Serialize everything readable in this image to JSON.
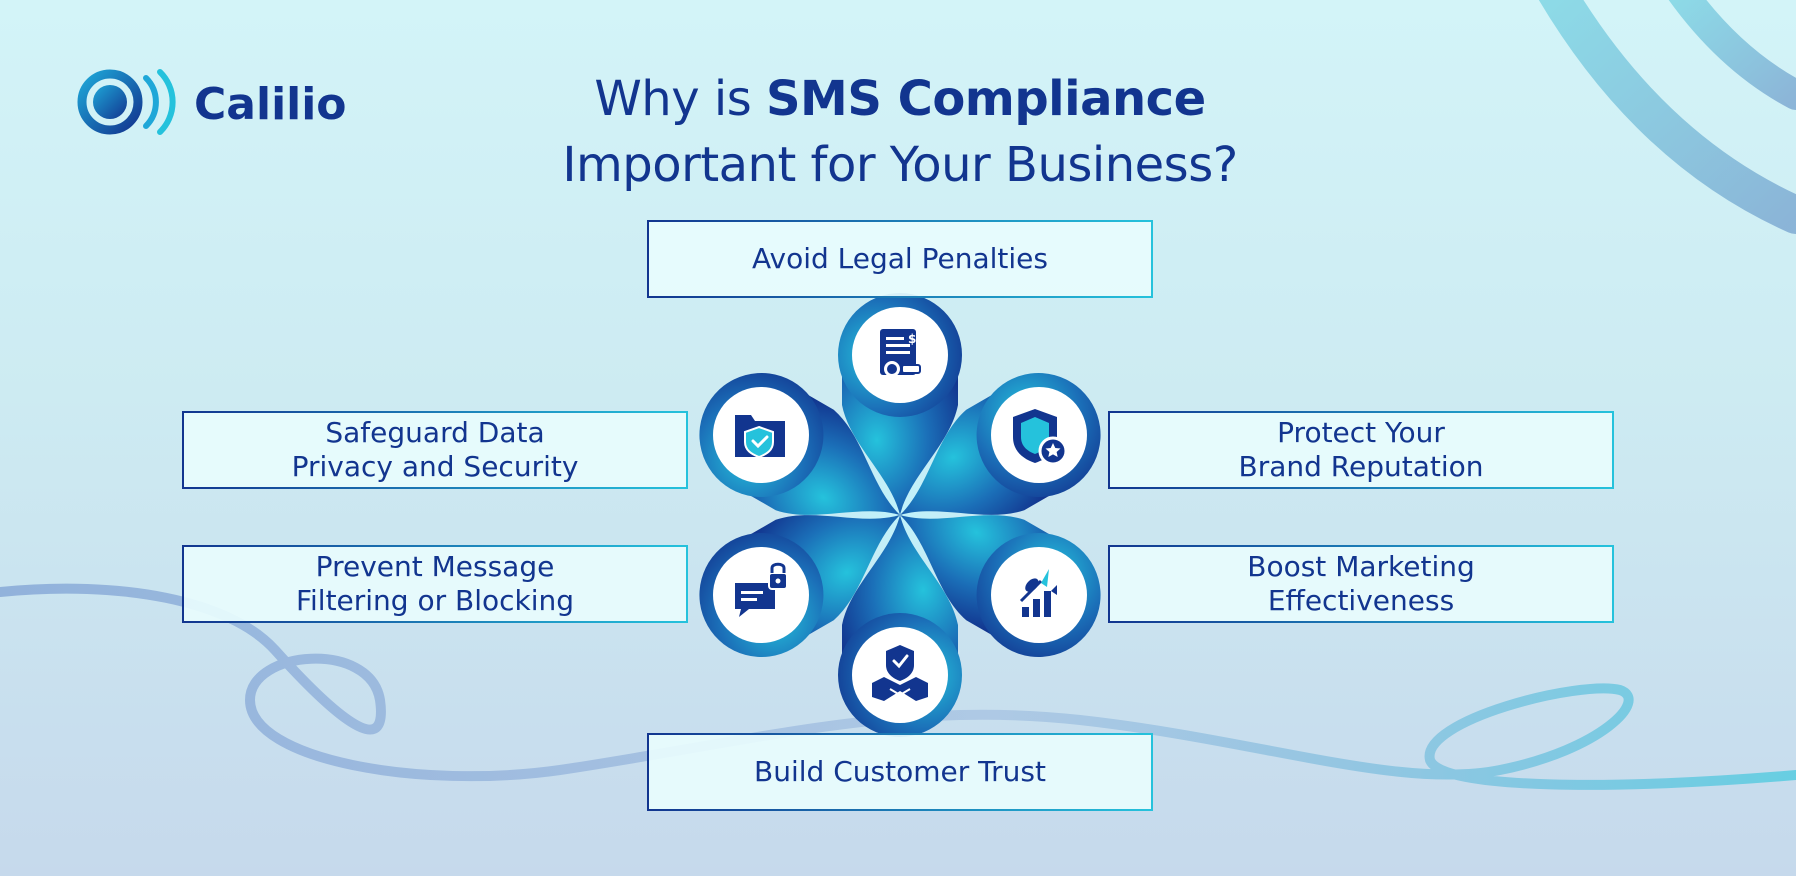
{
  "brand": {
    "name": "Calilio"
  },
  "title": {
    "line1_prefix": "Why is ",
    "line1_bold": "SMS Compliance",
    "line2": "Important for Your Business?"
  },
  "benefits": [
    {
      "id": "legal",
      "label": "Avoid Legal Penalties",
      "icon": "legal-document-icon"
    },
    {
      "id": "privacy",
      "label": "Safeguard Data\nPrivacy and Security",
      "icon": "folder-shield-icon"
    },
    {
      "id": "filtering",
      "label": "Prevent Message\nFiltering or Blocking",
      "icon": "chat-lock-icon"
    },
    {
      "id": "trust",
      "label": "Build Customer Trust",
      "icon": "handshake-shield-icon"
    },
    {
      "id": "brand",
      "label": "Protect Your\nBrand Reputation",
      "icon": "shield-star-icon"
    },
    {
      "id": "marketing",
      "label": "Boost Marketing\nEffectiveness",
      "icon": "rocket-growth-icon"
    }
  ],
  "colors": {
    "navy": "#12358f",
    "cyan": "#25c2dc",
    "box_fill": "#e8fcfd"
  }
}
